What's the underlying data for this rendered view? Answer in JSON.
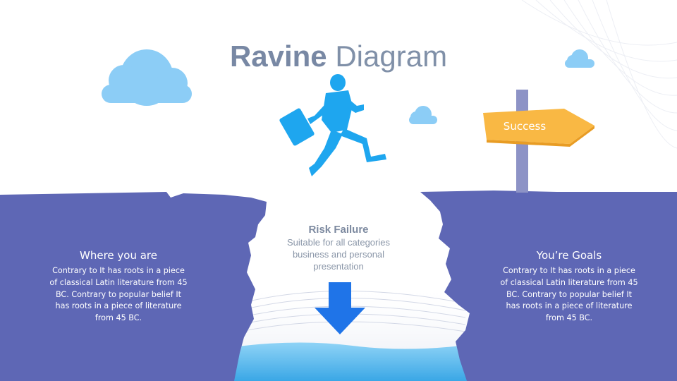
{
  "title": {
    "bold": "Ravine",
    "rest": "Diagram"
  },
  "left": {
    "heading": "Where you are",
    "body": "Contrary to It has roots in a piece of classical Latin literature from 45 BC. Contrary to popular belief It has roots in a piece of literature from 45 BC."
  },
  "right": {
    "heading": "You’re Goals",
    "body": "Contrary to It has roots in a piece of classical Latin literature from 45 BC. Contrary to popular belief It has roots in a piece of literature from 45 BC."
  },
  "center": {
    "heading": "Risk Failure",
    "body": "Suitable for all categories business and personal presentation"
  },
  "sign": {
    "label": "Success"
  },
  "colors": {
    "cliff": "#5e67b5",
    "sky_cloud": "#8ccdf6",
    "figure": "#1ea6ef",
    "arrow": "#1f74e8",
    "water": "#5fb8ea",
    "sign_board": "#f9b844",
    "sign_post": "#8d93c6"
  }
}
